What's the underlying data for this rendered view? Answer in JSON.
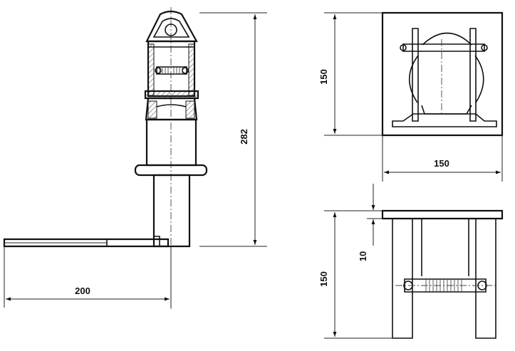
{
  "dimensions": {
    "height_total": "282",
    "rod_length": "200",
    "plate_width": "150",
    "plate_height_top_view": "150",
    "plate_height_side_view": "150",
    "plate_thickness": "10"
  },
  "colors": {
    "line": "#111111",
    "background": "#ffffff"
  }
}
